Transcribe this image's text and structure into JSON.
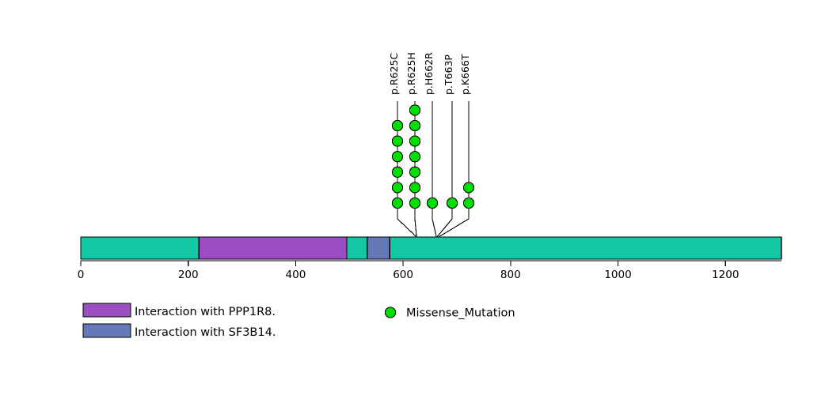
{
  "chart_data": {
    "type": "lollipop",
    "title": "",
    "xlabel": "",
    "ylabel": "",
    "protein": {
      "length": 1304,
      "color": "#13C9A5"
    },
    "axis": {
      "range": [
        0,
        1304
      ],
      "ticks": [
        0,
        200,
        400,
        600,
        800,
        1000,
        1200
      ],
      "tick_labels": [
        "0",
        "200",
        "400",
        "600",
        "800",
        "1000",
        "1200"
      ],
      "grid": false
    },
    "domains": [
      {
        "name": "Interaction with PPP1R8.",
        "start": 220,
        "end": 495,
        "color": "#9B4DC4"
      },
      {
        "name": "Interaction with SF3B14.",
        "start": 533,
        "end": 575,
        "color": "#6578B8"
      }
    ],
    "mutations": [
      {
        "label": "p.R625C",
        "position": 625,
        "count": 6,
        "type": "Missense_Mutation",
        "color": "#00E000"
      },
      {
        "label": "p.R625H",
        "position": 625,
        "count": 7,
        "type": "Missense_Mutation",
        "color": "#00E000"
      },
      {
        "label": "p.H662R",
        "position": 662,
        "count": 1,
        "type": "Missense_Mutation",
        "color": "#00E000"
      },
      {
        "label": "p.T663P",
        "position": 663,
        "count": 1,
        "type": "Missense_Mutation",
        "color": "#00E000"
      },
      {
        "label": "p.K666T",
        "position": 666,
        "count": 2,
        "type": "Missense_Mutation",
        "color": "#00E000"
      }
    ]
  },
  "legend": {
    "domain_entries": [
      {
        "label": "Interaction with PPP1R8.",
        "color": "#9B4DC4"
      },
      {
        "label": "Interaction with SF3B14.",
        "color": "#6578B8"
      }
    ],
    "mutation_entries": [
      {
        "label": "Missense_Mutation",
        "color": "#00E000"
      }
    ]
  }
}
